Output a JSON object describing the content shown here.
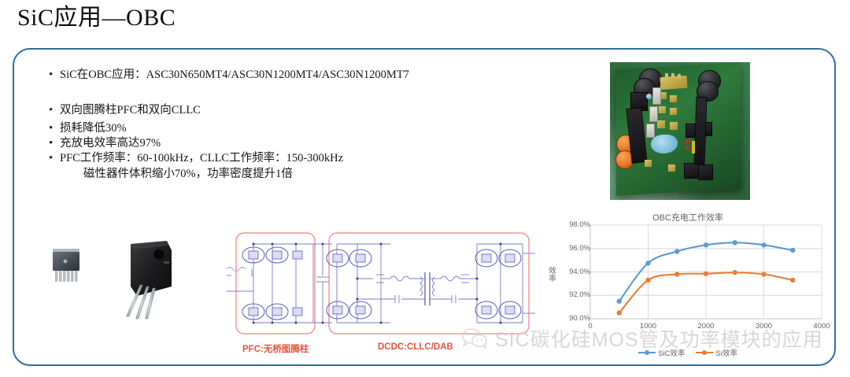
{
  "slide": {
    "title": "SiC应用—OBC",
    "border_color": "#2E6DA4"
  },
  "bullets": [
    {
      "marker": "•",
      "text": "SiC在OBC应用：ASC30N650MT4/ASC30N1200MT4/ASC30N1200MT7"
    },
    {
      "marker": "•",
      "text": "双向图腾柱PFC和双向CLLC"
    },
    {
      "marker": "•",
      "text": "损耗降低30%"
    },
    {
      "marker": "•",
      "text": "充放电效率高达97%"
    },
    {
      "marker": "•",
      "text": "PFC工作频率：60-100kHz，CLLC工作频率：150-300kHz",
      "sub": "磁性器件体积缩小70%，功率密度提升1倍"
    }
  ],
  "circuit": {
    "pfc_label": "PFC:无桥图腾柱",
    "dcdc_label": "DCDC:CLLC/DAB",
    "label_color": "#E8523F",
    "wire_color": "#6B6BC4",
    "block_color": "#F08080"
  },
  "images": {
    "pcb_photo_name": "obc-pcb-board-photo",
    "package_small_name": "sic-mosfet-d2pak-package",
    "package_large_name": "sic-mosfet-to247-package"
  },
  "watermark": {
    "text": "SIC碳化硅MOS管及功率模块的应用",
    "icon": "wechat-icon",
    "color": "#c8c8c8"
  },
  "chart_data": {
    "type": "line",
    "title": "OBC充电工作效率",
    "xlabel": "",
    "ylabel": "效率",
    "x": [
      500,
      1000,
      1500,
      2000,
      2500,
      3000,
      3500
    ],
    "xlim": [
      0,
      4000
    ],
    "xticks": [
      0,
      1000,
      2000,
      3000,
      4000
    ],
    "xtick_labels": [
      "0",
      "1000",
      "2000",
      "3000",
      "4000"
    ],
    "ylim": [
      90.0,
      98.0
    ],
    "yticks": [
      90.0,
      92.0,
      94.0,
      96.0,
      98.0
    ],
    "ytick_labels": [
      "90.0%",
      "92.0%",
      "94.0%",
      "96.0%",
      "98.0%"
    ],
    "grid": "horizontal-and-vertical",
    "legend_position": "bottom",
    "series": [
      {
        "name": "SiC效率",
        "color": "#5B9BD5",
        "values": [
          91.5,
          94.75,
          95.75,
          96.3,
          96.5,
          96.3,
          95.85
        ]
      },
      {
        "name": "Si效率",
        "color": "#ED7D31",
        "values": [
          90.5,
          93.3,
          93.8,
          93.85,
          93.95,
          93.8,
          93.3
        ]
      }
    ]
  }
}
